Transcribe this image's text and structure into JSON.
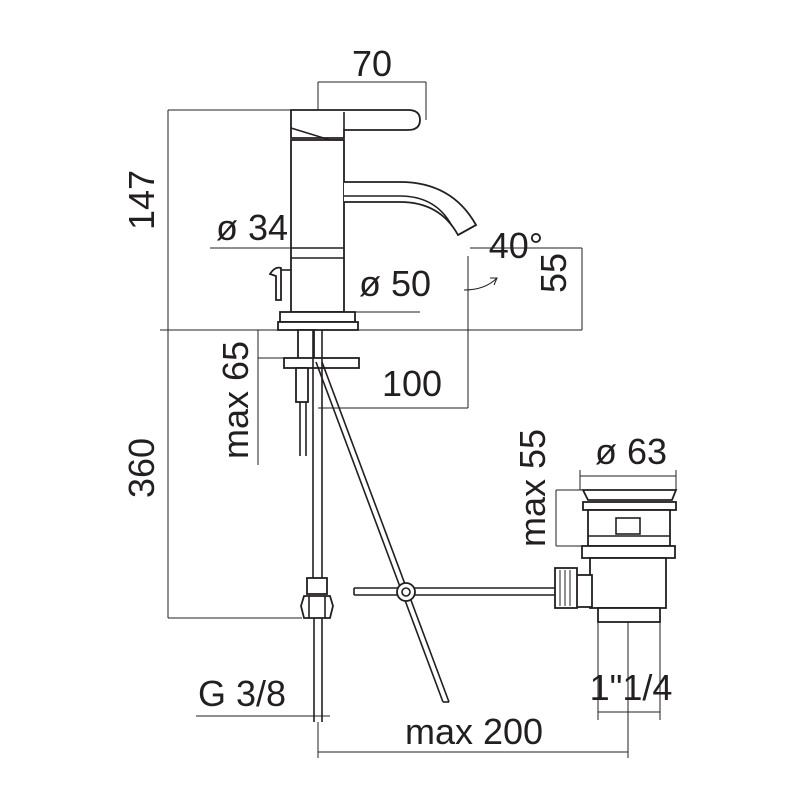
{
  "dimensions": {
    "top_width": "70",
    "total_height": "147",
    "body_diameter": "ø 34",
    "spout_angle": "40°",
    "spout_height": "55",
    "base_diameter": "ø 50",
    "max_deck": "max 65",
    "spout_reach": "100",
    "hose_length": "360",
    "waste_height": "max 55",
    "waste_diameter": "ø 63",
    "supply_thread": "G 3/8",
    "waste_thread": "1\"1/4",
    "rod_length": "max 200"
  },
  "colors": {
    "line": "#231f20",
    "background": "#ffffff"
  }
}
